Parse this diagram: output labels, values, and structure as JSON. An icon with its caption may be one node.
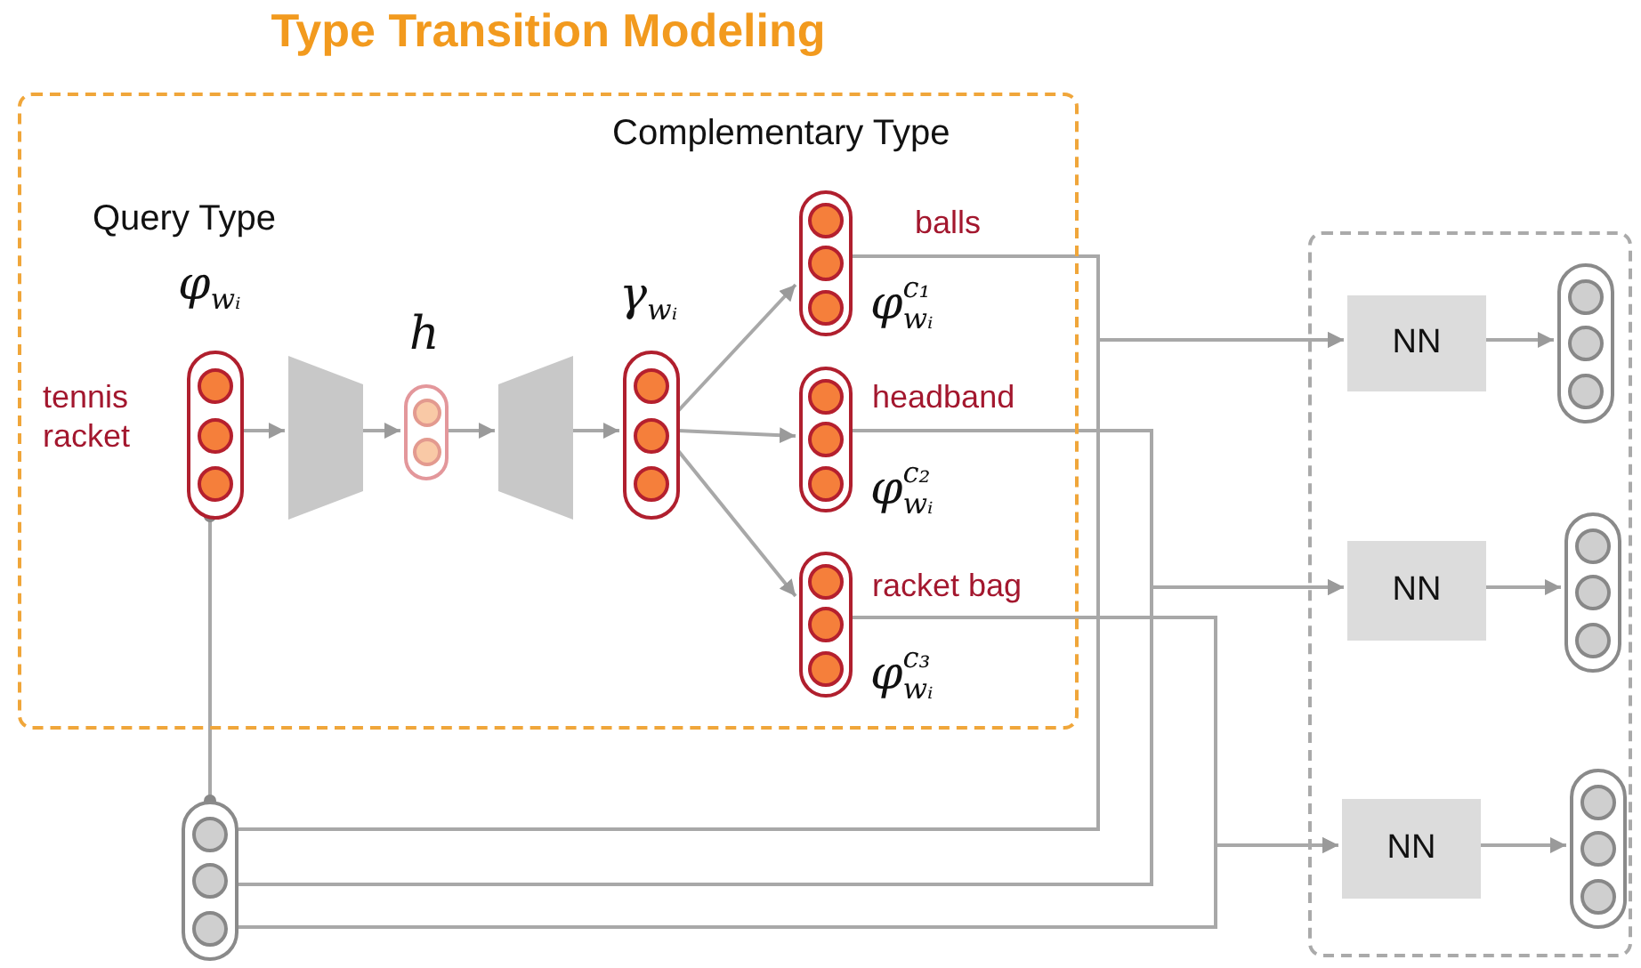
{
  "diagram": {
    "nodes": [
      {
        "text": [
          "Type Transition Modeling"
        ]
      },
      {
        "text": [],
        "shape": "capsule",
        "in": 0,
        "beside": [
          "φ$_{wᵢ}$",
          "tennis racket"
        ]
      },
      {
        "text": [],
        "shape": "trapezoid",
        "in": 0
      },
      {
        "text": [],
        "shape": "capsule",
        "in": 0,
        "beside": [
          "h"
        ]
      },
      {
        "text": [],
        "shape": "trapezoid",
        "in": 0
      },
      {
        "text": [],
        "shape": "capsule",
        "in": 0,
        "beside": [
          "γ$_{wᵢ}$"
        ]
      },
      {
        "text": [],
        "shape": "capsule",
        "in": 0,
        "beside": [
          "balls",
          "φ$^{c₁}$$_{wᵢ}$"
        ]
      },
      {
        "text": [],
        "shape": "capsule",
        "in": 0,
        "beside": [
          "headband",
          "φ$^{c₂}$$_{wᵢ}$"
        ]
      },
      {
        "text": [],
        "shape": "capsule",
        "in": 0,
        "beside": [
          "racket bag",
          "φ$^{c₃}$$_{wᵢ}$"
        ]
      },
      {
        "text": [],
        "shape": "box"
      },
      {
        "text": [],
        "shape": "capsule"
      },
      {
        "text": [
          "NN"
        ],
        "in": 9
      },
      {
        "text": [
          "NN"
        ],
        "in": 9
      },
      {
        "text": [
          "NN"
        ],
        "in": 9
      },
      {
        "text": [],
        "shape": "capsule",
        "in": 9
      },
      {
        "text": [],
        "shape": "capsule",
        "in": 9
      },
      {
        "text": [],
        "shape": "capsule",
        "in": 9
      }
    ],
    "edges": [
      {
        "from": 1,
        "to": 2,
        "arrow": "to"
      },
      {
        "from": 2,
        "to": 3,
        "arrow": "to"
      },
      {
        "from": 3,
        "to": 4,
        "arrow": "to"
      },
      {
        "from": 4,
        "to": 5,
        "arrow": "to"
      },
      {
        "from": 5,
        "to": 6,
        "arrow": "to"
      },
      {
        "from": 5,
        "to": 7,
        "arrow": "to"
      },
      {
        "from": 5,
        "to": 8,
        "arrow": "to"
      },
      {
        "from": 10,
        "to": 1,
        "arrow": "other"
      },
      {
        "from": 6,
        "to": 11,
        "arrow": "to"
      },
      {
        "from": 10,
        "to": 11,
        "arrow": "to"
      },
      {
        "from": 7,
        "to": 12,
        "arrow": "to"
      },
      {
        "from": 10,
        "to": 12,
        "arrow": "to"
      },
      {
        "from": 8,
        "to": 13,
        "arrow": "to"
      },
      {
        "from": 10,
        "to": 13,
        "arrow": "to"
      },
      {
        "from": 11,
        "to": 14,
        "arrow": "to"
      },
      {
        "from": 12,
        "to": 15,
        "arrow": "to"
      },
      {
        "from": 13,
        "to": 16,
        "arrow": "to"
      }
    ],
    "labels": [
      "Query Type",
      "Complementary Type"
    ]
  }
}
